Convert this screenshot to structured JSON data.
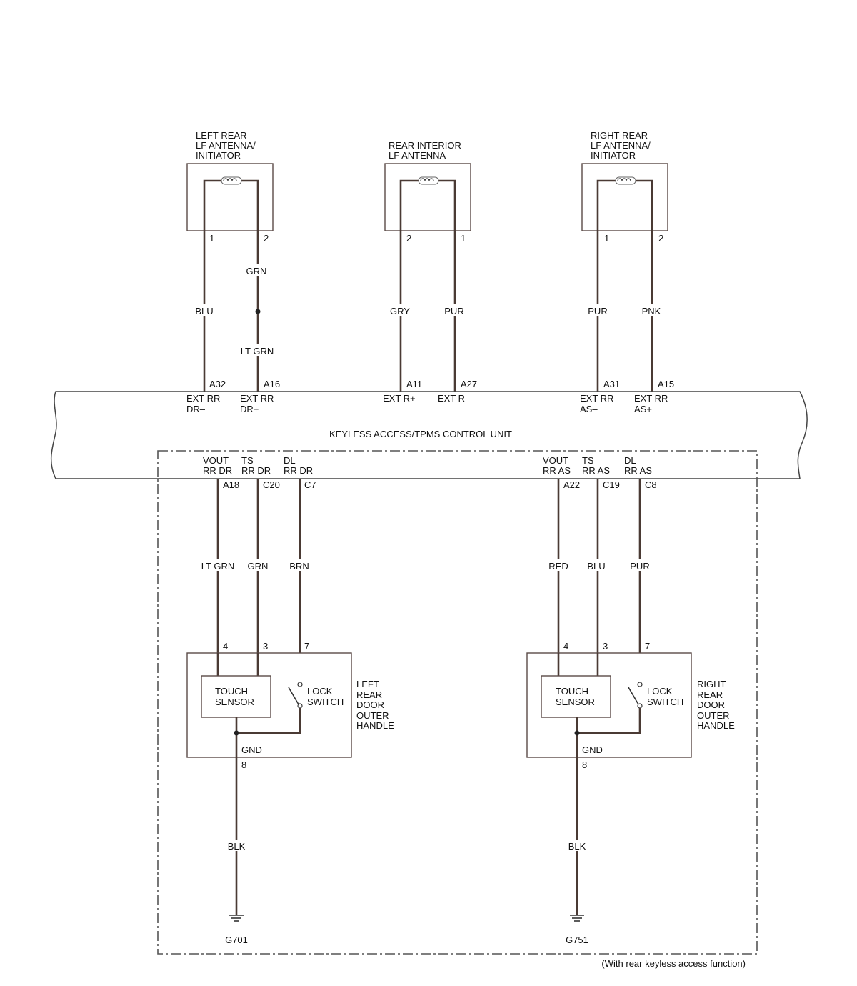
{
  "antennas": {
    "left": {
      "title": [
        "LEFT-REAR",
        "LF ANTENNA/",
        "INITIATOR"
      ],
      "pin_a": "1",
      "pin_b": "2"
    },
    "interior": {
      "title": [
        "REAR INTERIOR",
        "LF ANTENNA"
      ],
      "pin_a": "2",
      "pin_b": "1"
    },
    "right": {
      "title": [
        "RIGHT-REAR",
        "LF ANTENNA/",
        "INITIATOR"
      ],
      "pin_a": "1",
      "pin_b": "2"
    }
  },
  "upper_wires": {
    "blu": "BLU",
    "grn": "GRN",
    "lt_grn": "LT GRN",
    "gry": "GRY",
    "pur_interior": "PUR",
    "pur_right": "PUR",
    "pnk": "PNK"
  },
  "control_unit": {
    "name": "KEYLESS ACCESS/TPMS CONTROL UNIT",
    "top_pins": [
      {
        "pin": "A32",
        "label": [
          "EXT RR",
          "DR–"
        ]
      },
      {
        "pin": "A16",
        "label": [
          "EXT RR",
          "DR+"
        ]
      },
      {
        "pin": "A11",
        "label": [
          "EXT R+"
        ]
      },
      {
        "pin": "A27",
        "label": [
          "EXT R–"
        ]
      },
      {
        "pin": "A31",
        "label": [
          "EXT RR",
          "AS–"
        ]
      },
      {
        "pin": "A15",
        "label": [
          "EXT RR",
          "AS+"
        ]
      }
    ],
    "bottom_pins": [
      {
        "pin": "A18",
        "label": [
          "VOUT",
          "RR DR"
        ]
      },
      {
        "pin": "C20",
        "label": [
          "TS",
          "RR DR"
        ]
      },
      {
        "pin": "C7",
        "label": [
          "DL",
          "RR DR"
        ]
      },
      {
        "pin": "A22",
        "label": [
          "VOUT",
          "RR AS"
        ]
      },
      {
        "pin": "C19",
        "label": [
          "TS",
          "RR AS"
        ]
      },
      {
        "pin": "C8",
        "label": [
          "DL",
          "RR AS"
        ]
      }
    ]
  },
  "lower_wires": {
    "left": [
      "LT GRN",
      "GRN",
      "BRN"
    ],
    "right": [
      "RED",
      "BLU",
      "PUR"
    ],
    "left_ground": "BLK",
    "right_ground": "BLK"
  },
  "handles": {
    "left": {
      "pins": [
        "4",
        "3",
        "7"
      ],
      "touch_sensor": [
        "TOUCH",
        "SENSOR"
      ],
      "lock_switch": [
        "LOCK",
        "SWITCH"
      ],
      "gnd": "GND",
      "gnd_pin": "8",
      "name": [
        "LEFT",
        "REAR",
        "DOOR",
        "OUTER",
        "HANDLE"
      ],
      "ground_point": "G701"
    },
    "right": {
      "pins": [
        "4",
        "3",
        "7"
      ],
      "touch_sensor": [
        "TOUCH",
        "SENSOR"
      ],
      "lock_switch": [
        "LOCK",
        "SWITCH"
      ],
      "gnd": "GND",
      "gnd_pin": "8",
      "name": [
        "RIGHT",
        "REAR",
        "DOOR",
        "OUTER",
        "HANDLE"
      ],
      "ground_point": "G751"
    }
  },
  "footnote": "(With rear keyless access function)"
}
